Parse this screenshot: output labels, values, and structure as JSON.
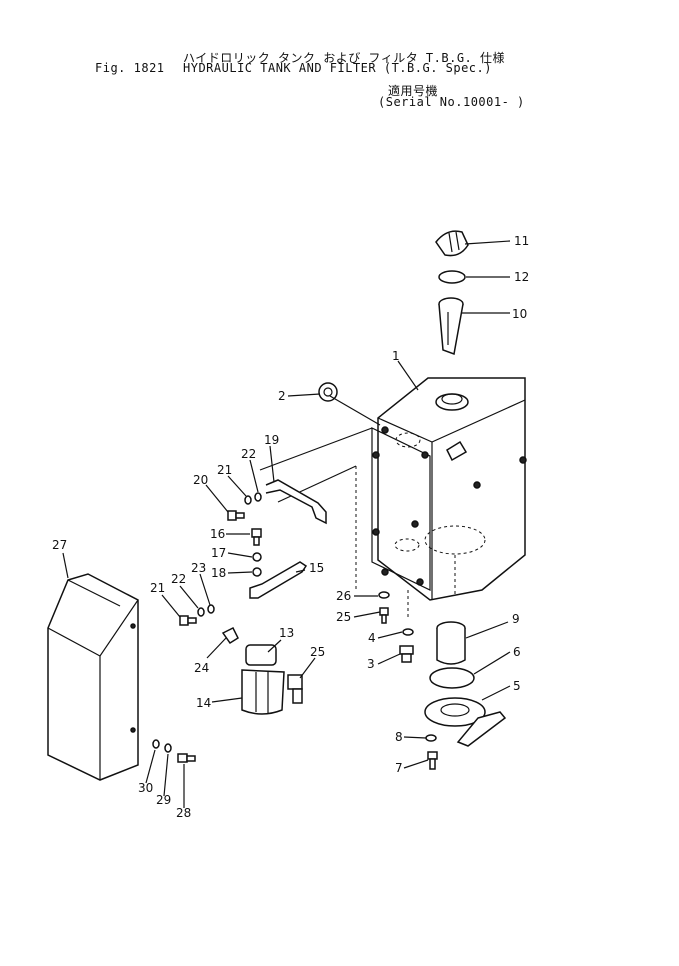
{
  "header": {
    "jp_title": "ハイドロリック タンク および フィルタ  T.B.G. 仕様",
    "fig_label": "Fig. 1821",
    "en_title": "HYDRAULIC TANK AND FILTER (T.B.G. Spec.)",
    "serial_jp": "適用号機",
    "serial": "(Serial No.10001- )"
  },
  "callouts": [
    "1",
    "2",
    "3",
    "4",
    "5",
    "6",
    "7",
    "8",
    "9",
    "10",
    "11",
    "12",
    "13",
    "14",
    "15",
    "16",
    "17",
    "18",
    "19",
    "20",
    "20",
    "21",
    "21",
    "22",
    "22",
    "23",
    "24",
    "25",
    "26",
    "27",
    "28",
    "29",
    "30"
  ]
}
